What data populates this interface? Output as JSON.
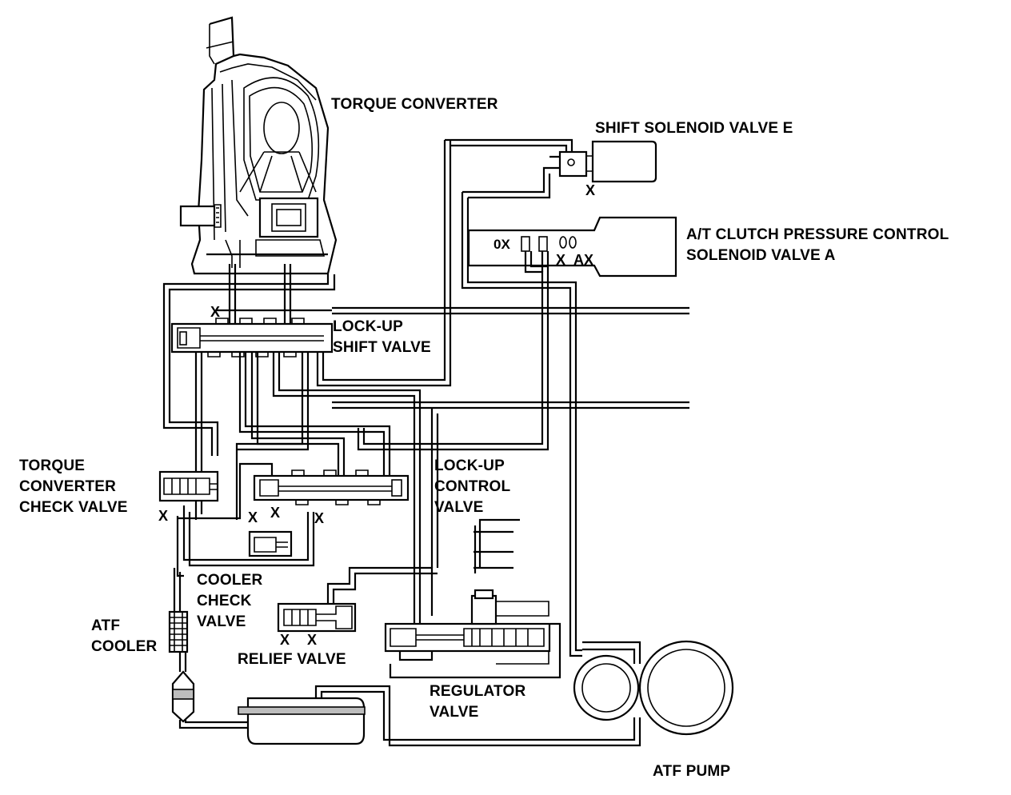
{
  "labels": {
    "torque_converter": "TORQUE CONVERTER",
    "shift_solenoid_e": "SHIFT SOLENOID VALVE E",
    "clutch_solenoid_line1": "A/T CLUTCH PRESSURE CONTROL",
    "clutch_solenoid_line2": "SOLENOID VALVE A",
    "lockup_shift_line1": "LOCK-UP",
    "lockup_shift_line2": "SHIFT VALVE",
    "tc_check_line1": "TORQUE",
    "tc_check_line2": "CONVERTER",
    "tc_check_line3": "CHECK VALVE",
    "lockup_control_line1": "LOCK-UP",
    "lockup_control_line2": "CONTROL",
    "lockup_control_line3": "VALVE",
    "cooler_check_line1": "COOLER",
    "cooler_check_line2": "CHECK",
    "cooler_check_line3": "VALVE",
    "atf_cooler_line1": "ATF",
    "atf_cooler_line2": "COOLER",
    "relief_valve": "RELIEF VALVE",
    "regulator_line1": "REGULATOR",
    "regulator_line2": "VALVE",
    "atf_pump": "ATF PUMP"
  },
  "exhaust_mark": "X",
  "solenoid_a_port_text": "0X",
  "solenoid_a_exhaust_text": "AX"
}
